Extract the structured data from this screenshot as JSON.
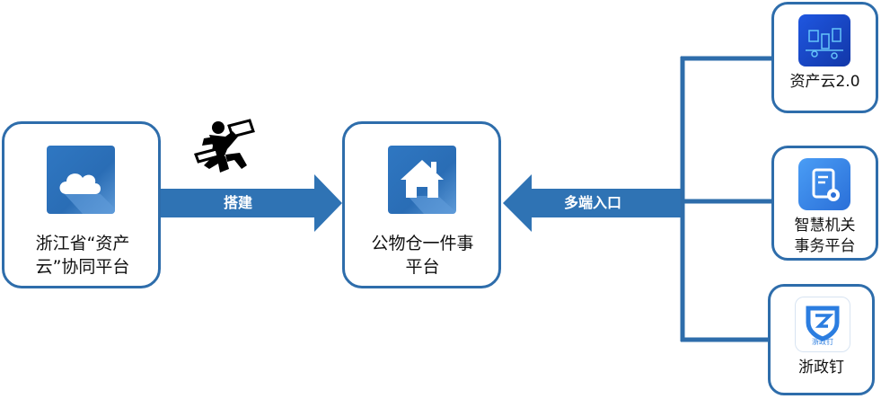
{
  "nodes": {
    "source": {
      "label": "浙江省“资产\n云”协同平台",
      "icon": "cloud-icon"
    },
    "center": {
      "label": "公物仓一件事\n平台",
      "icon": "house-icon"
    },
    "entries": [
      {
        "label": "资产云2.0",
        "icon": "asset-cloud-app-icon"
      },
      {
        "label": "智慧机关\n事务平台",
        "icon": "document-gear-app-icon"
      },
      {
        "label": "浙政钉",
        "icon": "zhezhengding-app-icon",
        "icon_text": "浙政钉"
      }
    ]
  },
  "edges": {
    "build": {
      "label": "搭建"
    },
    "multi_entry": {
      "label": "多端入口"
    }
  },
  "colors": {
    "primary": "#2e6dab",
    "arrow": "#2f73b4",
    "text": "#111111"
  }
}
